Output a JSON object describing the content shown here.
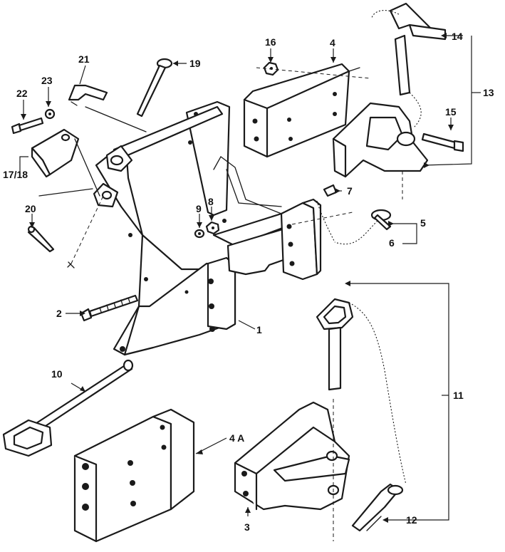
{
  "callouts": [
    {
      "id": "c1",
      "text": "1"
    },
    {
      "id": "c2",
      "text": "2"
    },
    {
      "id": "c3",
      "text": "3"
    },
    {
      "id": "c4",
      "text": "4"
    },
    {
      "id": "c4a",
      "text": "4 A"
    },
    {
      "id": "c5",
      "text": "5"
    },
    {
      "id": "c6",
      "text": "6"
    },
    {
      "id": "c7",
      "text": "7"
    },
    {
      "id": "c8",
      "text": "8"
    },
    {
      "id": "c9",
      "text": "9"
    },
    {
      "id": "c10",
      "text": "10"
    },
    {
      "id": "c11",
      "text": "11"
    },
    {
      "id": "c12",
      "text": "12"
    },
    {
      "id": "c13",
      "text": "13"
    },
    {
      "id": "c14",
      "text": "14"
    },
    {
      "id": "c15",
      "text": "15"
    },
    {
      "id": "c16",
      "text": "16"
    },
    {
      "id": "c17_18",
      "text": "17/18"
    },
    {
      "id": "c19",
      "text": "19"
    },
    {
      "id": "c20",
      "text": "20"
    },
    {
      "id": "c21",
      "text": "21"
    },
    {
      "id": "c22",
      "text": "22"
    },
    {
      "id": "c23",
      "text": "23"
    }
  ]
}
